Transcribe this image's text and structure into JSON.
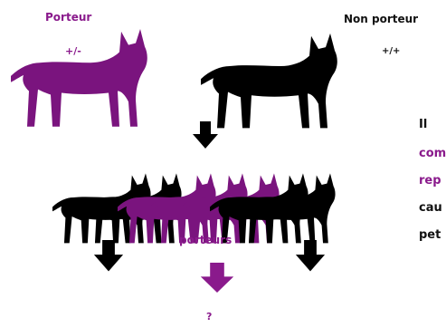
{
  "labels": {
    "carrier": "Porteur",
    "carrier_genotype": "+/-",
    "non_carrier": "Non porteur",
    "non_carrier_genotype": "+/+",
    "carriers": "porteurs",
    "unknown": "?"
  },
  "side_text": [
    "Il",
    "com",
    "rep",
    "cau",
    "pet"
  ],
  "colors": {
    "carrier": "#7a147e",
    "non_carrier": "#000000"
  }
}
